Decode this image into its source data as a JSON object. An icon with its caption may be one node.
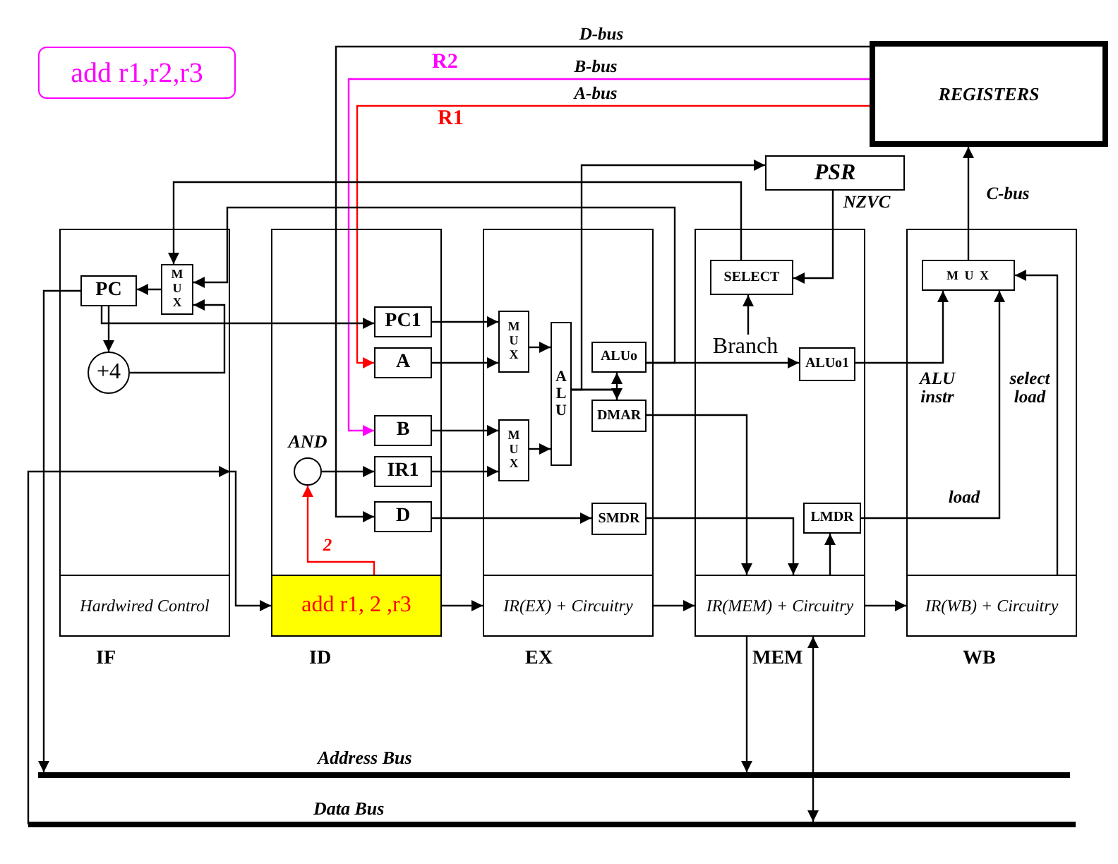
{
  "diagram": {
    "nodes": [
      {
        "text": [
          "add r1,r2,r3"
        ]
      },
      {
        "text": [
          "REGISTERS"
        ]
      },
      {
        "text": [
          "PSR"
        ]
      },
      {
        "text": [],
        "shape": "box",
        "beside": [
          "IF"
        ]
      },
      {
        "text": [
          "PC"
        ],
        "in": 3
      },
      {
        "text": [
          "M U X"
        ],
        "in": 3
      },
      {
        "text": [
          "+4"
        ],
        "in": 3
      },
      {
        "text": [
          "Hardwired Control"
        ],
        "in": 3
      },
      {
        "text": [],
        "shape": "box",
        "beside": [
          "ID"
        ]
      },
      {
        "text": [
          "PC1"
        ],
        "in": 8
      },
      {
        "text": [
          "A"
        ],
        "in": 8
      },
      {
        "text": [
          "B"
        ],
        "in": 8
      },
      {
        "text": [
          "IR1"
        ],
        "in": 8
      },
      {
        "text": [
          "D"
        ],
        "in": 8
      },
      {
        "text": [
          "AND"
        ],
        "in": 8
      },
      {
        "text": [
          "add r1, 2 ,r3"
        ],
        "in": 8
      },
      {
        "text": [],
        "shape": "box",
        "beside": [
          "EX"
        ]
      },
      {
        "text": [
          "M U X"
        ],
        "in": 16
      },
      {
        "text": [
          "M U X"
        ],
        "in": 16
      },
      {
        "text": [
          "A L U"
        ],
        "in": 16
      },
      {
        "text": [
          "ALUo"
        ],
        "in": 16
      },
      {
        "text": [
          "DMAR"
        ],
        "in": 16
      },
      {
        "text": [
          "SMDR"
        ],
        "in": 16
      },
      {
        "text": [
          "IR(EX) + Circuitry"
        ],
        "in": 16
      },
      {
        "text": [],
        "shape": "box",
        "beside": [
          "MEM"
        ]
      },
      {
        "text": [
          "SELECT"
        ],
        "in": 24
      },
      {
        "text": [
          "Branch"
        ],
        "in": 24
      },
      {
        "text": [
          "ALUo1"
        ],
        "in": 24
      },
      {
        "text": [
          "LMDR"
        ],
        "in": 24
      },
      {
        "text": [
          "IR(MEM) + Circuitry"
        ],
        "in": 24
      },
      {
        "text": [],
        "shape": "box",
        "beside": [
          "WB"
        ]
      },
      {
        "text": [
          "M U X"
        ],
        "in": 30
      },
      {
        "text": [
          "IR(WB) + Circuitry"
        ],
        "in": 30
      },
      {
        "text": [
          "Address Bus"
        ]
      },
      {
        "text": [
          "Data Bus"
        ]
      }
    ],
    "edges": [
      {
        "from": 1,
        "to": 13,
        "arrow": "to",
        "label": "D-bus"
      },
      {
        "from": 1,
        "to": 11,
        "arrow": "to",
        "label": "B-bus",
        "color": "#ff00ff"
      },
      {
        "from": 1,
        "to": 10,
        "arrow": "to",
        "label": "A-bus",
        "color": "#ff0000"
      },
      {
        "from": 5,
        "to": 4,
        "arrow": "to"
      },
      {
        "from": 4,
        "to": 6,
        "arrow": "to"
      },
      {
        "from": 4,
        "to": 9,
        "arrow": "to"
      },
      {
        "from": 6,
        "to": 5,
        "arrow": "to"
      },
      {
        "from": 25,
        "to": 5,
        "arrow": "to"
      },
      {
        "from": 20,
        "to": 5,
        "arrow": "to"
      },
      {
        "from": 20,
        "to": 27,
        "arrow": "to"
      },
      {
        "from": 19,
        "to": 2,
        "arrow": "to"
      },
      {
        "from": 2,
        "to": 25,
        "arrow": "to",
        "label": "NZVC"
      },
      {
        "from": 26,
        "to": 25,
        "arrow": "to"
      },
      {
        "from": 27,
        "to": 31,
        "arrow": "to",
        "label": "ALU instr"
      },
      {
        "from": 28,
        "to": 31,
        "arrow": "to",
        "label": "load"
      },
      {
        "from": 31,
        "to": 1,
        "arrow": "to",
        "label": "C-bus"
      },
      {
        "from": 32,
        "to": 31,
        "arrow": "to",
        "label": "select load"
      },
      {
        "from": 9,
        "to": 17,
        "arrow": "to"
      },
      {
        "from": 10,
        "to": 17,
        "arrow": "to"
      },
      {
        "from": 11,
        "to": 18,
        "arrow": "to"
      },
      {
        "from": 12,
        "to": 18,
        "arrow": "to"
      },
      {
        "from": 17,
        "to": 19,
        "arrow": "to"
      },
      {
        "from": 18,
        "to": 19,
        "arrow": "to"
      },
      {
        "from": 19,
        "to": 20,
        "arrow": "to"
      },
      {
        "from": 19,
        "to": 21,
        "arrow": "to"
      },
      {
        "from": 13,
        "to": 22,
        "arrow": "to"
      },
      {
        "from": 14,
        "to": 12,
        "arrow": "to"
      },
      {
        "from": 15,
        "to": 14,
        "arrow": "to",
        "label": "2",
        "color": "#ff0000"
      },
      {
        "from": 3,
        "to": 15,
        "arrow": "to"
      },
      {
        "from": 34,
        "to": 3,
        "arrow": "to"
      },
      {
        "from": 4,
        "to": 33,
        "arrow": "to"
      },
      {
        "from": 15,
        "to": 23,
        "arrow": "to"
      },
      {
        "from": 23,
        "to": 29,
        "arrow": "to"
      },
      {
        "from": 29,
        "to": 32,
        "arrow": "to"
      },
      {
        "from": 21,
        "to": 29,
        "arrow": "to"
      },
      {
        "from": 22,
        "to": 29,
        "arrow": "to"
      },
      {
        "from": 29,
        "to": 28,
        "arrow": "to"
      },
      {
        "from": 29,
        "to": 33,
        "arrow": "to"
      },
      {
        "from": 29,
        "to": 34,
        "arrow": "both"
      }
    ],
    "labels": [
      "R2",
      "R1"
    ]
  }
}
